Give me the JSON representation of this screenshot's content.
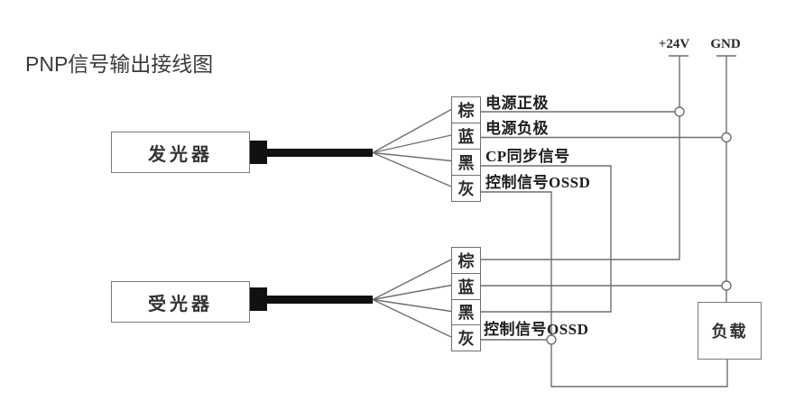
{
  "title": "PNP信号输出接线图",
  "power": {
    "plus24v": "+24V",
    "gnd": "GND"
  },
  "emitter": {
    "label": "发光器"
  },
  "receiver": {
    "label": "受光器"
  },
  "load": {
    "label": "负载"
  },
  "emitter_terminals": {
    "wires": [
      "棕",
      "蓝",
      "黑",
      "灰"
    ],
    "signals": [
      "电源正极",
      "电源负极",
      "CP同步信号",
      "控制信号OSSD"
    ]
  },
  "receiver_terminals": {
    "wires": [
      "棕",
      "蓝",
      "黑",
      "灰"
    ],
    "signals": [
      "控制信号OSSD"
    ]
  },
  "colors": {
    "wire_line": "#6f6f6f",
    "cable_black": "#111111",
    "text": "#222222",
    "title_text": "#3b3b3b",
    "background": "#ffffff"
  }
}
